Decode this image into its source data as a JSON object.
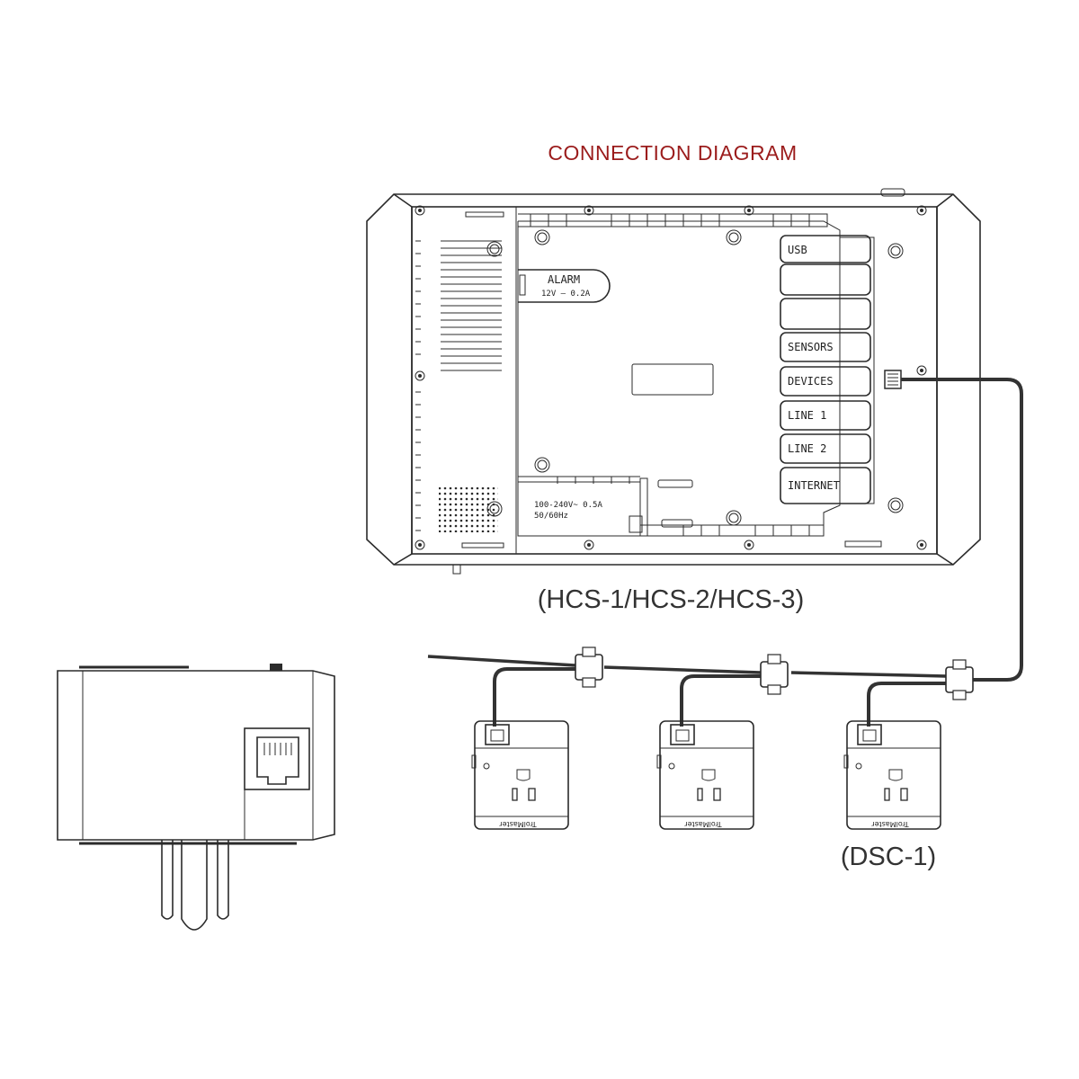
{
  "title": "CONNECTION DIAGRAM",
  "controller": {
    "caption": "(HCS-1/HCS-2/HCS-3)",
    "alarm_label": "ALARM",
    "alarm_rating": "12V — 0.2A",
    "power_rating_line1": "100-240V~ 0.5A",
    "power_rating_line2": "50/60Hz",
    "ports": [
      "USB",
      "",
      "",
      "SENSORS",
      "DEVICES",
      "LINE 1",
      "LINE 2",
      "INTERNET"
    ]
  },
  "dsc": {
    "caption": "(DSC-1)",
    "brand": "TrolMaster"
  },
  "colors": {
    "title": "#9b1c1c",
    "line": "#2b2b2b",
    "cable": "#333333"
  }
}
